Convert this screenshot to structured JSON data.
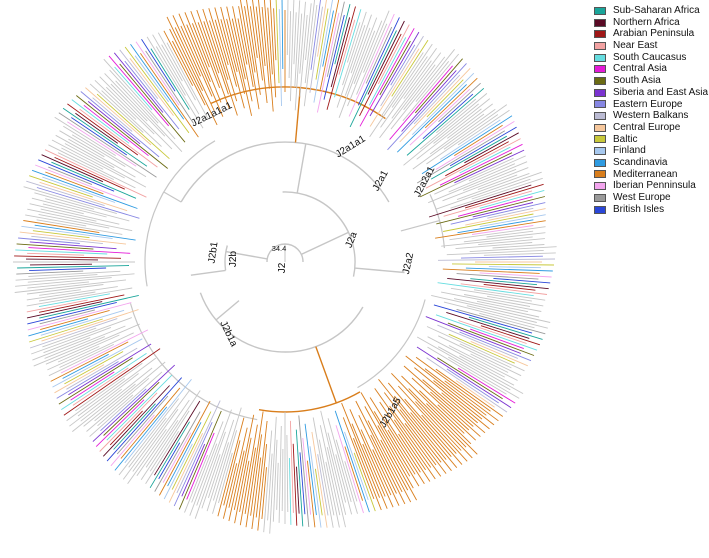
{
  "legend": {
    "items": [
      {
        "label": "Sub-Saharan Africa",
        "color": "#1aa59a"
      },
      {
        "label": "Northern Africa",
        "color": "#5a0a25"
      },
      {
        "label": "Arabian Peninsula",
        "color": "#a01818"
      },
      {
        "label": "Near East",
        "color": "#f2a2a2"
      },
      {
        "label": "South Caucasus",
        "color": "#66dde0"
      },
      {
        "label": "Central Asia",
        "color": "#e41bd8"
      },
      {
        "label": "South Asia",
        "color": "#6b6b13"
      },
      {
        "label": "Siberia and East Asia",
        "color": "#7b33d0"
      },
      {
        "label": "Eastern Europe",
        "color": "#8787e3"
      },
      {
        "label": "Western Balkans",
        "color": "#bbbbd3"
      },
      {
        "label": "Central Europe",
        "color": "#f6c79c"
      },
      {
        "label": "Baltic",
        "color": "#c8c83a"
      },
      {
        "label": "Finland",
        "color": "#a7c8ee"
      },
      {
        "label": "Scandinavia",
        "color": "#2f9be1"
      },
      {
        "label": "Mediterranean",
        "color": "#d97e1c"
      },
      {
        "label": "Iberian Penninsula",
        "color": "#f3a5ee"
      },
      {
        "label": "West Europe",
        "color": "#9a9a9a"
      },
      {
        "label": "British Isles",
        "color": "#2a46d8"
      }
    ]
  },
  "tree": {
    "nodes": {
      "root": "J2",
      "root_age": "34.4",
      "j2a": "J2a",
      "j2b": "J2b",
      "j2a1": "J2a1",
      "j2a1a1": "J2a1a1",
      "j2a1a1a1": "J2a1a1a1",
      "j2a2": "J2a2",
      "j2a2a1": "J2a2a1",
      "j2b1": "J2b1",
      "j2b1a": "J2b1a",
      "j2b1a5": "J2b1a5"
    },
    "colors": {
      "internal": "#c6c6c6",
      "mediterranean": "#d97e1c"
    }
  }
}
